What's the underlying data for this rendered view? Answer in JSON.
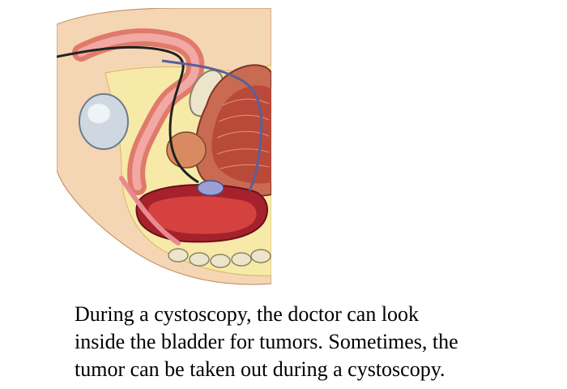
{
  "illustration": {
    "icon": "cystoscopy-anatomy-illustration",
    "colors": {
      "skin": "#f5d6b4",
      "fat": "#f7e9a8",
      "muscle": "#c96a52",
      "bladder": "#b94a3a",
      "rectum": "#a5222c",
      "rectum_inner": "#d4413f",
      "tissue_pink": "#e98a90",
      "bone": "#ece5cc",
      "testis": "#cfd8e0",
      "scope": "#222222",
      "tumor": "#9aa0d4"
    }
  },
  "caption": {
    "lines": [
      "During a cystoscopy, the doctor can look",
      "inside the bladder for tumors.  Sometimes, the",
      "tumor can be taken out during a cystoscopy."
    ]
  }
}
